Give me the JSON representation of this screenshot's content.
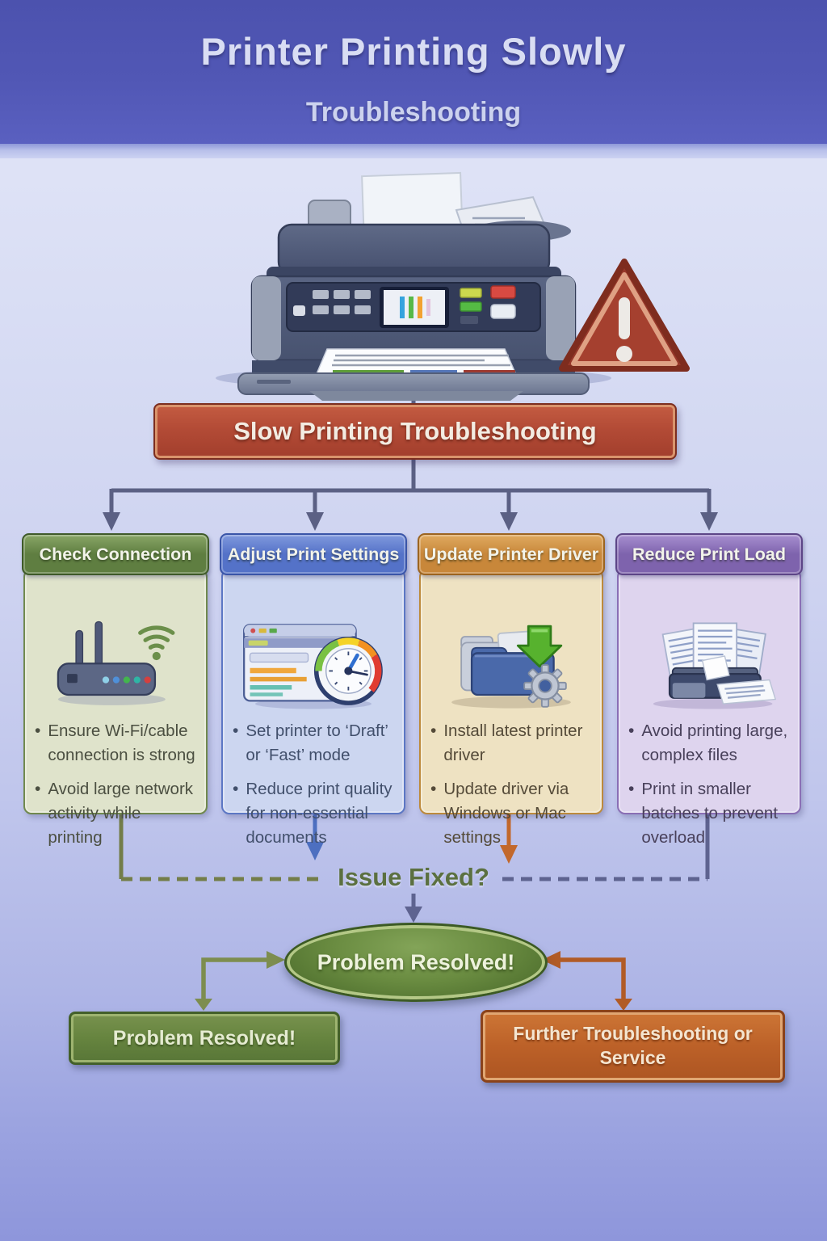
{
  "header": {
    "title": "Printer Printing Slowly",
    "subtitle": "Troubleshooting"
  },
  "banner": {
    "label": "Slow Printing Troubleshooting"
  },
  "decision": {
    "label": "Issue Fixed?"
  },
  "ellipse": {
    "label": "Problem Resolved!"
  },
  "outcomes": {
    "resolved": {
      "label": "Problem Resolved!"
    },
    "further": {
      "label": "Further Troubleshooting or Service"
    }
  },
  "columns": [
    {
      "title": "Check Connection",
      "icon": "router-wifi-icon",
      "bullets": [
        "Ensure Wi-Fi/cable connection is strong",
        "Avoid large network activity while printing"
      ],
      "colors": {
        "header": "#5f7e41",
        "header_dark": "#3f5a2a",
        "header_light": "#89a667",
        "body": "#dfe3cb",
        "body_border": "#70894e",
        "text": "#4b4f41"
      }
    },
    {
      "title": "Adjust Print Settings",
      "icon": "print-settings-gauge-icon",
      "bullets": [
        "Set printer to ‘Draft’ or ‘Fast’ mode",
        "Reduce print quality for non-essential documents"
      ],
      "colors": {
        "header": "#5472c8",
        "header_dark": "#3a55a8",
        "header_light": "#8099dd",
        "body": "#ccd6f0",
        "body_border": "#5c77c4",
        "text": "#414f6b"
      }
    },
    {
      "title": "Update Printer Driver",
      "icon": "driver-download-gear-icon",
      "bullets": [
        "Install latest printer driver",
        "Update driver via Windows or Mac settings"
      ],
      "colors": {
        "header": "#c8873a",
        "header_dark": "#9c6420",
        "header_light": "#e0aa60",
        "body": "#eee2c2",
        "body_border": "#bd8a3c",
        "text": "#544a38"
      }
    },
    {
      "title": "Reduce Print Load",
      "icon": "paper-stack-printer-icon",
      "bullets": [
        "Avoid printing large, complex files",
        "Print in smaller batches to prevent overload"
      ],
      "colors": {
        "header": "#7e63ad",
        "header_dark": "#5d4687",
        "header_light": "#a78fd0",
        "body": "#ded4ee",
        "body_border": "#8a6fb5",
        "text": "#48405a"
      }
    }
  ],
  "palette": {
    "header_band": "#4f55b2",
    "banner_red": "#b14936",
    "connector_slate": "#5b6084",
    "arrow_blue": "#4d6fc0",
    "arrow_orange": "#c2682c",
    "arrow_olive": "#737d49",
    "arrow_purple": "#5e6390",
    "decision_green": "#5b7040",
    "ellipse_green": "#5c7f39",
    "box_green": "#66843f",
    "box_orange": "#bc6128",
    "warning_red": "#a5402f"
  }
}
